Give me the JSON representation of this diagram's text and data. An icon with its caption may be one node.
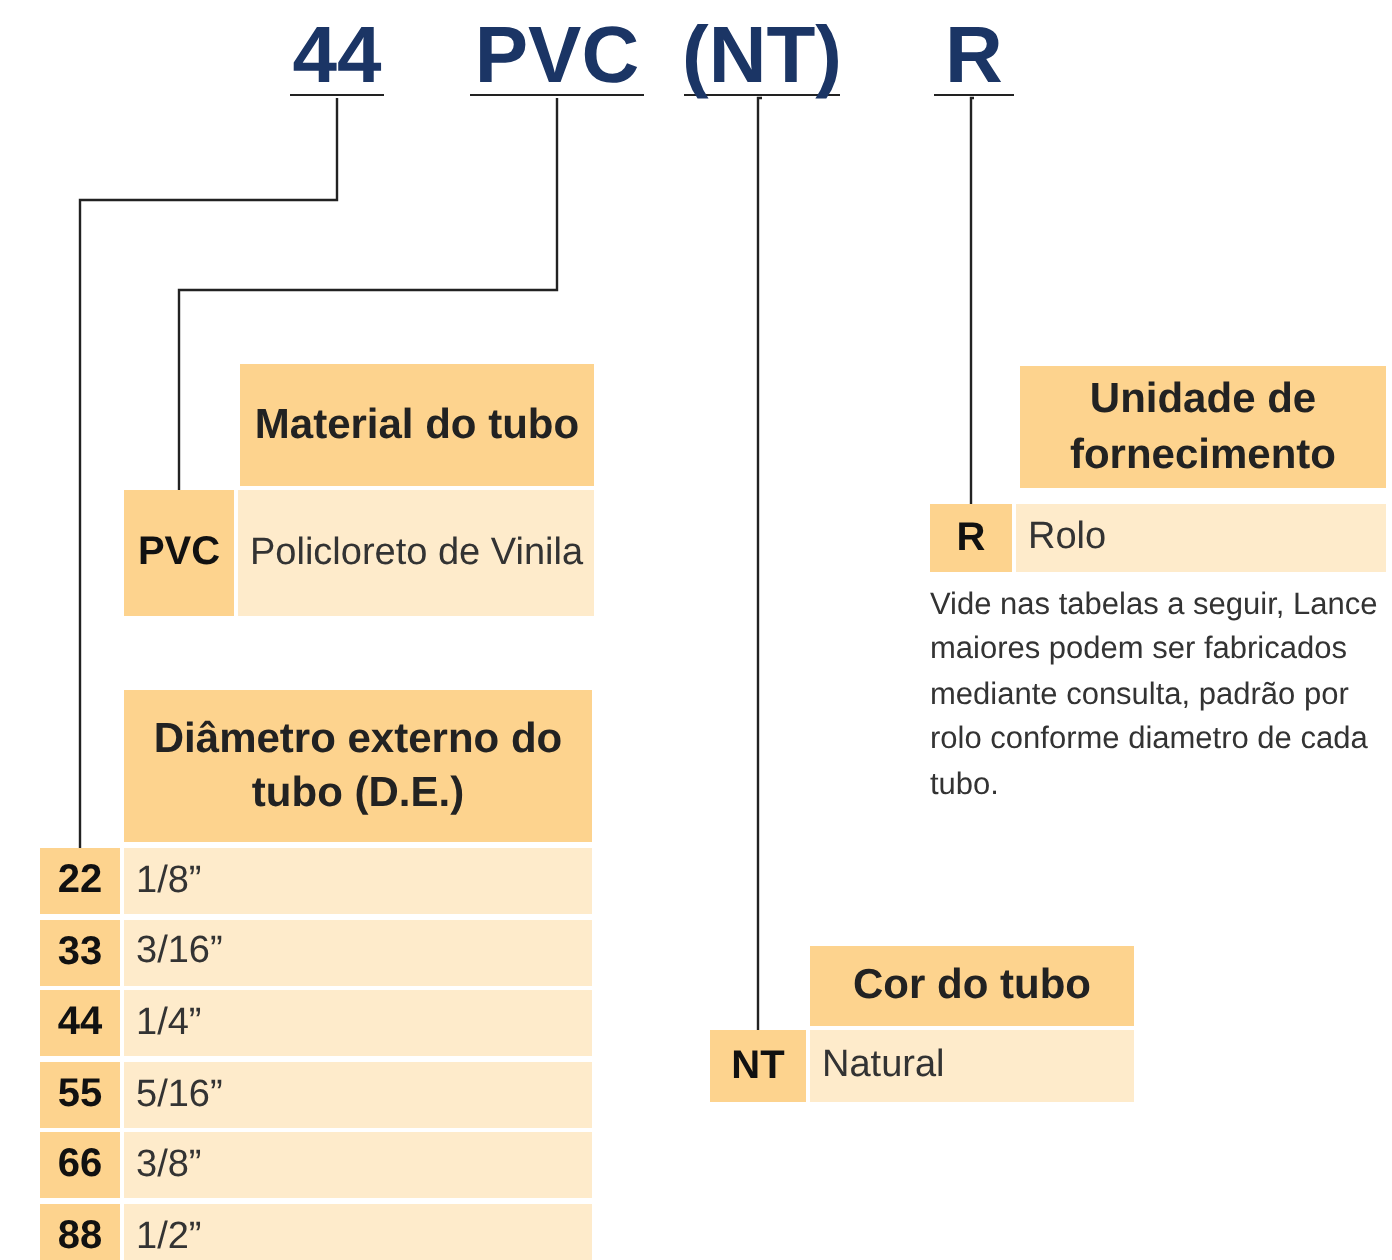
{
  "diagram": {
    "nodes": [
      {
        "text": [
          "44"
        ]
      },
      {
        "text": [
          "PVC"
        ]
      },
      {
        "text": [
          "(NT)"
        ]
      },
      {
        "text": [
          "R"
        ]
      },
      {
        "text": [
          "Material do tubo"
        ]
      },
      {
        "text": [
          "PVC"
        ]
      },
      {
        "text": [
          "Policloreto de Vinila"
        ]
      },
      {
        "text": [
          "Unidade de fornecimento"
        ]
      },
      {
        "text": [
          "R"
        ]
      },
      {
        "text": [
          "Rolo"
        ]
      },
      {
        "text": [
          "Diâmetro externo do tubo (D.E.)"
        ]
      },
      {
        "text": [
          "22"
        ]
      },
      {
        "text": [
          "1/8”"
        ]
      },
      {
        "text": [
          "33"
        ]
      },
      {
        "text": [
          "3/16”"
        ]
      },
      {
        "text": [
          "44"
        ]
      },
      {
        "text": [
          "1/4”"
        ]
      },
      {
        "text": [
          "55"
        ]
      },
      {
        "text": [
          "5/16”"
        ]
      },
      {
        "text": [
          "66"
        ]
      },
      {
        "text": [
          "3/8”"
        ]
      },
      {
        "text": [
          "88"
        ]
      },
      {
        "text": [
          "1/2”"
        ]
      },
      {
        "text": [
          "Cor do tubo"
        ]
      },
      {
        "text": [
          "NT"
        ]
      },
      {
        "text": [
          "Natural"
        ]
      }
    ],
    "edges": [
      {
        "from": 0,
        "to": 11,
        "arrow": "none"
      },
      {
        "from": 1,
        "to": 5,
        "arrow": "none"
      },
      {
        "from": 2,
        "to": 24,
        "arrow": "none"
      },
      {
        "from": 3,
        "to": 8,
        "arrow": "none"
      }
    ],
    "labels": [
      "Vide nas tabelas a seguir, Lance maiores podem ser fabricados mediante consulta, padrão por rolo conforme diametro de cada tubo."
    ]
  }
}
